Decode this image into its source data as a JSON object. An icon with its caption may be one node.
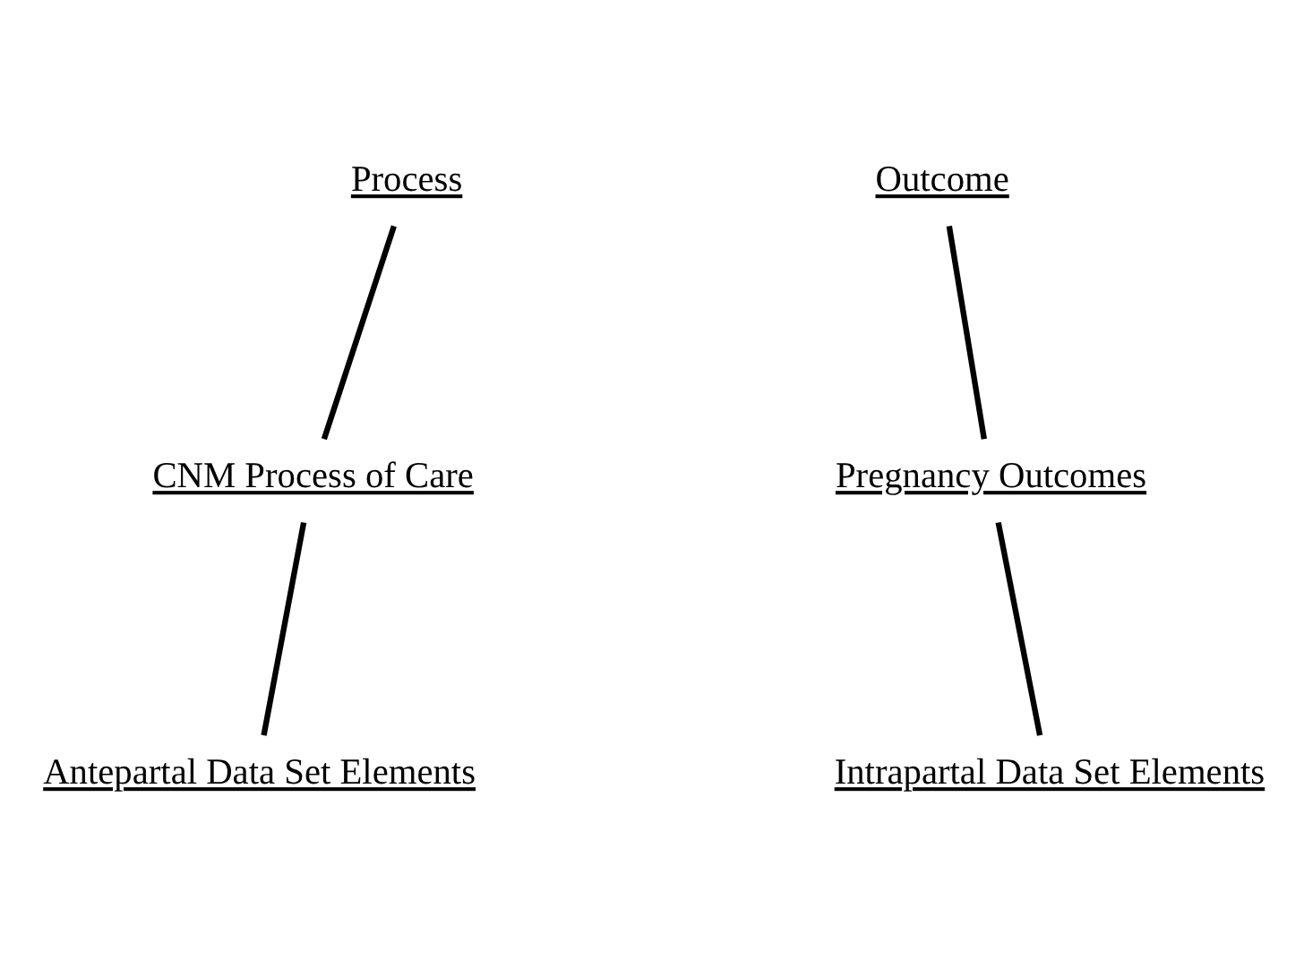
{
  "diagram": {
    "nodes": [
      {
        "text": [
          "Process"
        ]
      },
      {
        "text": [
          "Outcome"
        ]
      },
      {
        "text": [
          "CNM Process of Care"
        ]
      },
      {
        "text": [
          "Pregnancy Outcomes"
        ]
      },
      {
        "text": [
          "Antepartal Data Set Elements"
        ]
      },
      {
        "text": [
          "Intrapartal Data Set Elements"
        ]
      }
    ],
    "edges": [
      {
        "from": 0,
        "to": 2,
        "arrow": "none"
      },
      {
        "from": 2,
        "to": 4,
        "arrow": "none"
      },
      {
        "from": 1,
        "to": 3,
        "arrow": "none"
      },
      {
        "from": 3,
        "to": 5,
        "arrow": "none"
      }
    ]
  }
}
